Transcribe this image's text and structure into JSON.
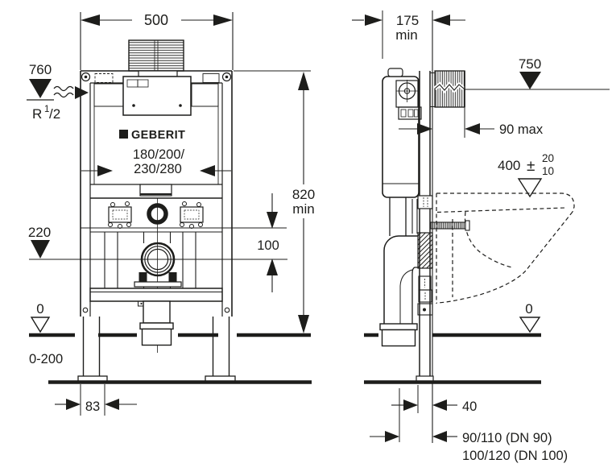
{
  "colors": {
    "line": "#1d1d1b",
    "background": "#ffffff"
  },
  "brand": {
    "logo": "GEBERIT",
    "models_line1": "180/200/",
    "models_line2": "230/280"
  },
  "front": {
    "dim_width": "500",
    "dim_supply_height": "760",
    "thread_r": "R",
    "thread_sup": "1",
    "thread_rest": "/2",
    "dim_outlet_height": "220",
    "level_zero": "0",
    "floor_range": "0-200",
    "dim_foot": "83",
    "dim_height": "820",
    "dim_height_suffix": "min",
    "dim_offset": "100"
  },
  "side": {
    "dim_depth": "175",
    "dim_depth_suffix": "min",
    "dim_actuation": "750",
    "dim_protrusion": "90 max",
    "dim_pan_height": "400",
    "tol_sign": "±",
    "tol_plus": "20",
    "tol_minus": "10",
    "level_zero": "0",
    "dim_outlet_axis": "40",
    "dim_drain_line1": "90/110 (DN 90)",
    "dim_drain_line2": "100/120 (DN 100)"
  }
}
